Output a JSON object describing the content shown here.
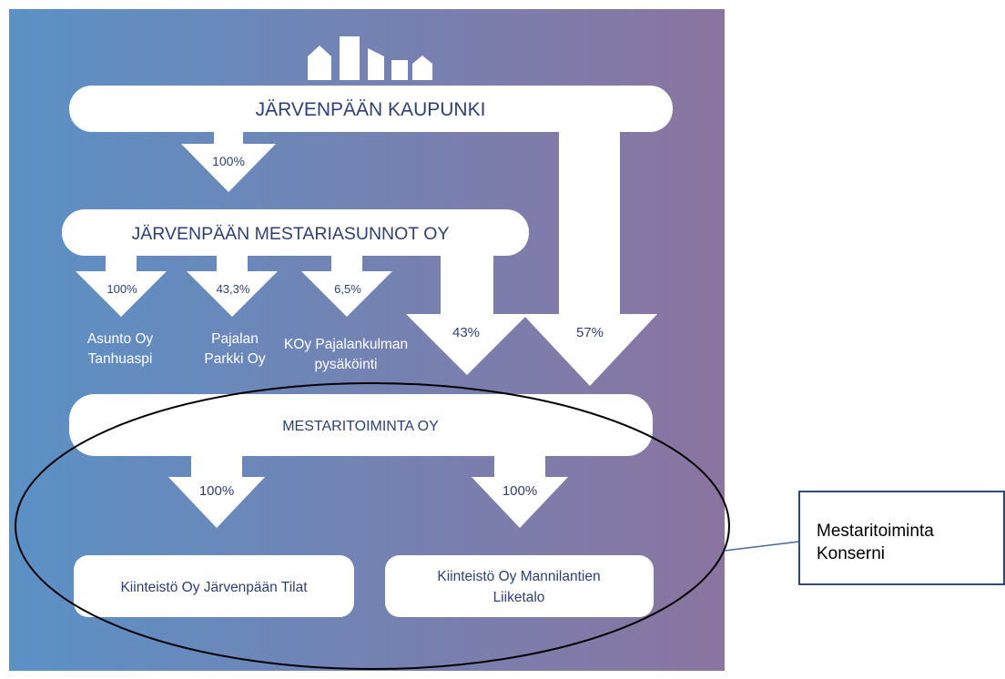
{
  "top_entity": "JÄRVENPÄÄN KAUPUNKI",
  "top_to_mestariasunnot_pct": "100%",
  "mid_entity": "JÄRVENPÄÄN MESTARIASUNNOT OY",
  "subsidiaries": [
    {
      "pct": "100%",
      "name_line1": "Asunto Oy",
      "name_line2": "Tanhuaspi"
    },
    {
      "pct": "43,3%",
      "name_line1": "Pajalan",
      "name_line2": "Parkki Oy"
    },
    {
      "pct": "6,5%",
      "name_line1": "KOy Pajalankulman",
      "name_line2": "pysäköinti"
    }
  ],
  "mestariasunnot_to_toiminta_pct": "43%",
  "kaupunki_to_toiminta_pct": "57%",
  "parent_entity": "MESTARITOIMINTA OY",
  "children": [
    {
      "pct": "100%",
      "name_line1": "Kiinteistö Oy Järvenpään Tilat",
      "name_line2": ""
    },
    {
      "pct": "100%",
      "name_line1": "Kiinteistö Oy Mannilantien",
      "name_line2": "Liiketalo"
    }
  ],
  "callout": {
    "line1": "Mestaritoiminta",
    "line2": "Konserni"
  },
  "colors": {
    "gradient_left": "#5b91c6",
    "gradient_right": "#8b74a0",
    "box_fill": "#ffffff",
    "box_text": "#2d3f74"
  }
}
